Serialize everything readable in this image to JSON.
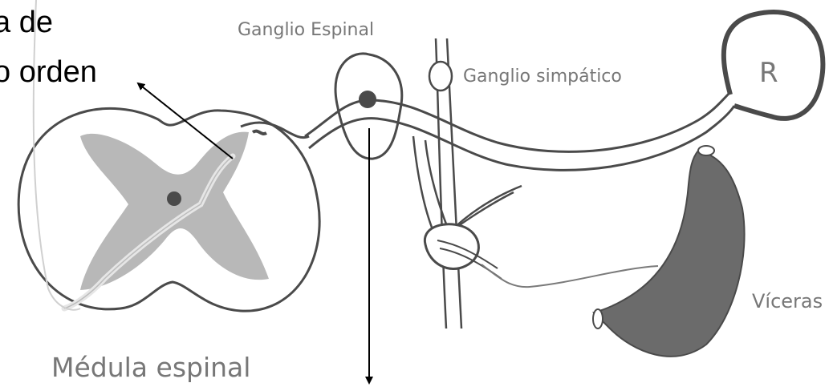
{
  "labels": {
    "top_left_line1": "a de",
    "top_left_line2": "o orden",
    "ganglio_espinal": "Ganglio Espinal",
    "ganglio_simpatico": "Ganglio simpático",
    "receptor": "R",
    "visceras": "Víceras",
    "medula_espinal": "Médula espinal"
  },
  "colors": {
    "outline": "#4a4a4a",
    "gray_matter": "#b8b8b8",
    "viscera": "#6b6b6b",
    "label_gray": "#777777",
    "arrow": "#000000",
    "pathway_light": "#e6e6e6"
  }
}
